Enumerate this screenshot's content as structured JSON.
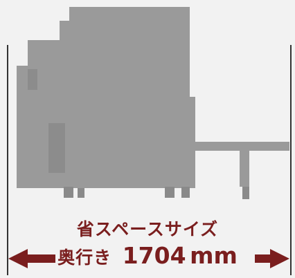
{
  "caption": {
    "line1": "省スペースサイズ",
    "line2_label": "奥行き",
    "line2_value": "1704",
    "line2_unit": "mm"
  },
  "colors": {
    "machine_body": "#9a9a9a",
    "machine_shadow": "#8c8c8c",
    "background": "#f2f2f2",
    "accent": "#7a1e1e",
    "guide_line": "#333333"
  },
  "icons": {
    "left": "arrow-left-icon",
    "right": "arrow-right-icon"
  }
}
